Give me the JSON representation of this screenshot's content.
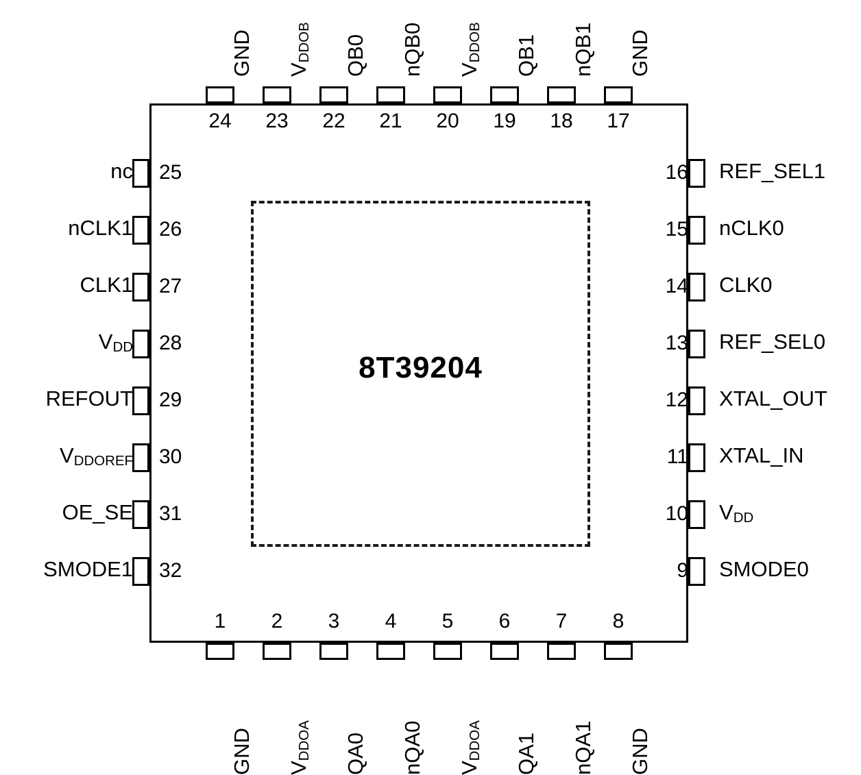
{
  "diagram": {
    "part_number": "8T39204",
    "package_type": "32-pin QFN pin assignment diagram",
    "colors": {
      "outline": "#000000",
      "text": "#000000",
      "exposed_pad": "#1a1a1a",
      "background": "#ffffff"
    }
  },
  "pins": {
    "top": [
      {
        "number": "24",
        "label": "GND",
        "base": "GND",
        "sub": ""
      },
      {
        "number": "23",
        "label": "VDDOB",
        "base": "V",
        "sub": "DDOB"
      },
      {
        "number": "22",
        "label": "QB0",
        "base": "QB0",
        "sub": ""
      },
      {
        "number": "21",
        "label": "nQB0",
        "base": "nQB0",
        "sub": ""
      },
      {
        "number": "20",
        "label": "VDDOB",
        "base": "V",
        "sub": "DDOB"
      },
      {
        "number": "19",
        "label": "QB1",
        "base": "QB1",
        "sub": ""
      },
      {
        "number": "18",
        "label": "nQB1",
        "base": "nQB1",
        "sub": ""
      },
      {
        "number": "17",
        "label": "GND",
        "base": "GND",
        "sub": ""
      }
    ],
    "left": [
      {
        "number": "25",
        "label": "nc",
        "base": "nc",
        "sub": ""
      },
      {
        "number": "26",
        "label": "nCLK1",
        "base": "nCLK1",
        "sub": ""
      },
      {
        "number": "27",
        "label": "CLK1",
        "base": "CLK1",
        "sub": ""
      },
      {
        "number": "28",
        "label": "VDD",
        "base": "V",
        "sub": "DD"
      },
      {
        "number": "29",
        "label": "REFOUT",
        "base": "REFOUT",
        "sub": ""
      },
      {
        "number": "30",
        "label": "VDDOREF",
        "base": "V",
        "sub": "DDOREF"
      },
      {
        "number": "31",
        "label": "OE_SE",
        "base": "OE_SE",
        "sub": ""
      },
      {
        "number": "32",
        "label": "SMODE1",
        "base": "SMODE1",
        "sub": ""
      }
    ],
    "right": [
      {
        "number": "16",
        "label": "REF_SEL1",
        "base": "REF_SEL1",
        "sub": ""
      },
      {
        "number": "15",
        "label": "nCLK0",
        "base": "nCLK0",
        "sub": ""
      },
      {
        "number": "14",
        "label": "CLK0",
        "base": "CLK0",
        "sub": ""
      },
      {
        "number": "13",
        "label": "REF_SEL0",
        "base": "REF_SEL0",
        "sub": ""
      },
      {
        "number": "12",
        "label": "XTAL_OUT",
        "base": "XTAL_OUT",
        "sub": ""
      },
      {
        "number": "11",
        "label": "XTAL_IN",
        "base": "XTAL_IN",
        "sub": ""
      },
      {
        "number": "10",
        "label": "VDD",
        "base": "V",
        "sub": "DD"
      },
      {
        "number": "9",
        "label": "SMODE0",
        "base": "SMODE0",
        "sub": ""
      }
    ],
    "bottom": [
      {
        "number": "1",
        "label": "GND",
        "base": "GND",
        "sub": ""
      },
      {
        "number": "2",
        "label": "VDDOA",
        "base": "V",
        "sub": "DDOA"
      },
      {
        "number": "3",
        "label": "QA0",
        "base": "QA0",
        "sub": ""
      },
      {
        "number": "4",
        "label": "nQA0",
        "base": "nQA0",
        "sub": ""
      },
      {
        "number": "5",
        "label": "VDDOA",
        "base": "V",
        "sub": "DDOA"
      },
      {
        "number": "6",
        "label": "QA1",
        "base": "QA1",
        "sub": ""
      },
      {
        "number": "7",
        "label": "nQA1",
        "base": "nQA1",
        "sub": ""
      },
      {
        "number": "8",
        "label": "GND",
        "base": "GND",
        "sub": ""
      }
    ]
  }
}
